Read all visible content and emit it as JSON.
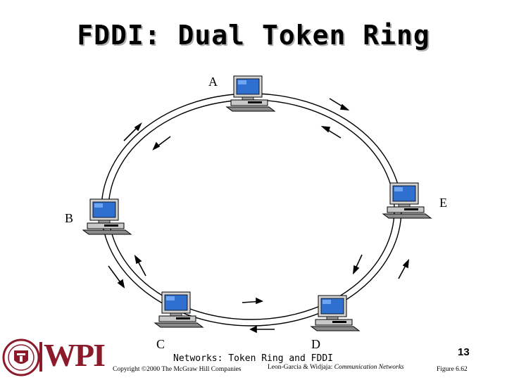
{
  "title": "FDDI: Dual Token Ring",
  "nodes": [
    {
      "id": "A",
      "label": "A"
    },
    {
      "id": "B",
      "label": "B"
    },
    {
      "id": "C",
      "label": "C"
    },
    {
      "id": "D",
      "label": "D"
    },
    {
      "id": "E",
      "label": "E"
    }
  ],
  "footer": {
    "title": "Networks: Token Ring and FDDI",
    "page": "13",
    "copyright": "Copyright ©2000 The McGraw Hill Companies",
    "authors": "Leon-Garcia & Widjaja:",
    "book": "Communication Networks",
    "figure": "Figure 6.62",
    "logo_text": "WPI"
  },
  "colors": {
    "logo": "#8b1a2a",
    "screen": "#2f6fd0"
  }
}
